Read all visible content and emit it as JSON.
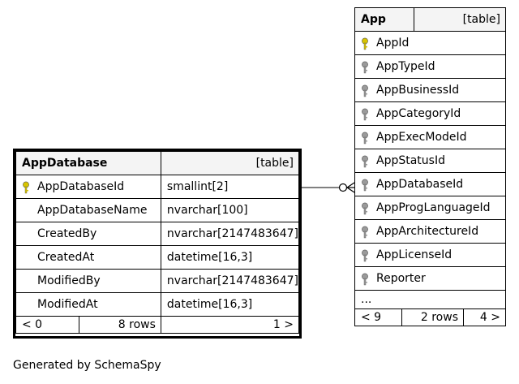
{
  "app_table": {
    "name": "App",
    "type_label": "[table]",
    "columns": [
      {
        "name": "AppId",
        "key": "primary"
      },
      {
        "name": "AppTypeId",
        "key": "foreign"
      },
      {
        "name": "AppBusinessId",
        "key": "foreign"
      },
      {
        "name": "AppCategoryId",
        "key": "foreign"
      },
      {
        "name": "AppExecModeId",
        "key": "foreign"
      },
      {
        "name": "AppStatusId",
        "key": "foreign"
      },
      {
        "name": "AppDatabaseId",
        "key": "foreign"
      },
      {
        "name": "AppProgLanguageId",
        "key": "foreign"
      },
      {
        "name": "AppArchitectureId",
        "key": "foreign"
      },
      {
        "name": "AppLicenseId",
        "key": "foreign"
      },
      {
        "name": "Reporter",
        "key": "foreign"
      }
    ],
    "more": "...",
    "footer": {
      "parents": "< 9",
      "rows": "2 rows",
      "children": "4 >"
    }
  },
  "appdatabase_table": {
    "name": "AppDatabase",
    "type_label": "[table]",
    "columns": [
      {
        "name": "AppDatabaseId",
        "type": "smallint[2]",
        "key": "primary"
      },
      {
        "name": "AppDatabaseName",
        "type": "nvarchar[100]",
        "key": ""
      },
      {
        "name": "CreatedBy",
        "type": "nvarchar[2147483647]",
        "key": ""
      },
      {
        "name": "CreatedAt",
        "type": "datetime[16,3]",
        "key": ""
      },
      {
        "name": "ModifiedBy",
        "type": "nvarchar[2147483647]",
        "key": ""
      },
      {
        "name": "ModifiedAt",
        "type": "datetime[16,3]",
        "key": ""
      }
    ],
    "footer": {
      "parents": "< 0",
      "rows": "8 rows",
      "children": "1 >"
    }
  },
  "colors": {
    "primary_key": "#d8c400",
    "foreign_key": "#9a9a9a",
    "header_bg": "#f4f4f4"
  },
  "caption": "Generated by SchemaSpy"
}
